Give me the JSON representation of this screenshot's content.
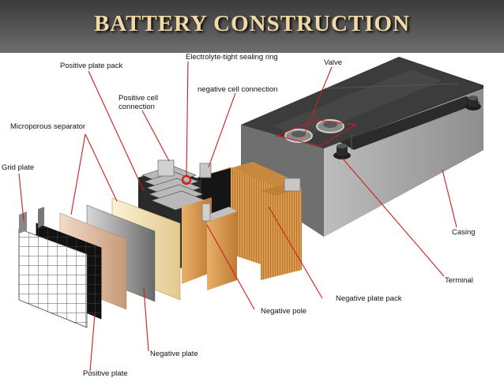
{
  "title": "BATTERY CONSTRUCTION",
  "labels": {
    "positive_plate_pack": "Positive plate pack",
    "electrolyte_ring": "Electrolyte-tight sealing ring",
    "valve": "Valve",
    "negative_cell_connection": "negative cell connection",
    "positive_cell_connection_1": "Positive cell",
    "positive_cell_connection_2": "connection",
    "microporous_separator": "Microporous separator",
    "grid_plate": "Grid plate",
    "casing": "Casing",
    "terminal": "Terminal",
    "negative_plate_pack": "Negative plate pack",
    "negative_pole": "Negative pole",
    "negative_plate": "Negative plate",
    "positive_plate": "Positive plate"
  },
  "colors": {
    "leader_line": "#cc1e1e",
    "title_text": "#f1d9a6",
    "copper": "#d4944a",
    "casing_dark": "#3c3c3c"
  }
}
